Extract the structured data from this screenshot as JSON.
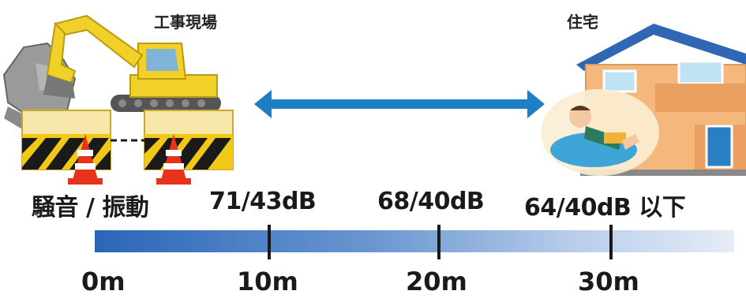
{
  "labels": {
    "site": "工事現場",
    "house": "住宅"
  },
  "noise_row": {
    "title": "騒音 / 振動",
    "values": [
      "71/43dB",
      "68/40dB",
      "64/40dB 以下"
    ]
  },
  "distance_scale": {
    "ticks": [
      "0m",
      "10m",
      "20m",
      "30m"
    ]
  },
  "icons": {
    "excavator": "excavator-icon",
    "barrier": "construction-barrier-icon",
    "cone": "traffic-cone-icon",
    "house": "house-icon",
    "person": "resting-person-icon",
    "arrow": "double-arrow-icon"
  },
  "colors": {
    "arrow": "#1e7fc4",
    "scale_start": "#2a66b8",
    "scale_end": "#e6edf7",
    "house_wall": "#f4b87c",
    "roof": "#2f67b5",
    "excavator": "#f2d02a"
  }
}
